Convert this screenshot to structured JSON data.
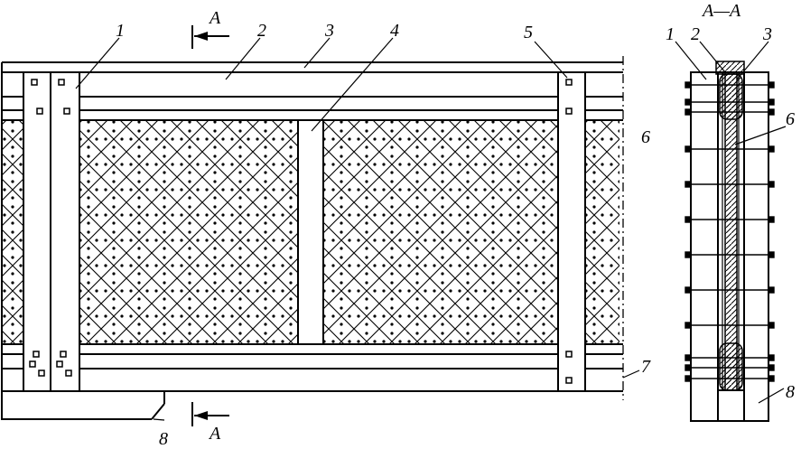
{
  "figure": {
    "section_label": "A—A",
    "section_marker_letter": "A",
    "callouts": [
      "1",
      "2",
      "3",
      "4",
      "5",
      "6",
      "7",
      "8"
    ],
    "section_callouts": [
      "1",
      "2",
      "3",
      "6",
      "8"
    ]
  }
}
